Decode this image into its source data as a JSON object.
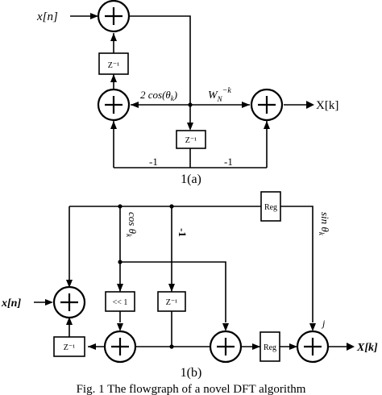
{
  "panel_a": {
    "input_label": "x[n]",
    "z_inv_left": "Z⁻¹",
    "z_inv_center": "Z⁻¹",
    "coef_text": "2 cos(θ",
    "coef_sub": "k",
    "coef_close": ")",
    "twiddle_w": "W",
    "twiddle_sub": "N",
    "twiddle_sup": "−k",
    "output_label": "X[k]",
    "minus_one_left": "-1",
    "minus_one_right": "-1",
    "caption": "1(a)"
  },
  "panel_b": {
    "input_label": "x[n]",
    "z_inv_left": "Z⁻¹",
    "shift_label": "<< 1",
    "z_inv_mid": "Z⁻¹",
    "reg_top": "Reg",
    "reg_mid": "Reg",
    "cos_label": "cos θ",
    "cos_sub": "k",
    "minus_one": "-1",
    "sin_label": "sin θ",
    "sin_sub": "k",
    "j_label": "j",
    "output_label": "X[k]",
    "caption": "1(b)"
  },
  "figure_caption": "Fig. 1 The flowgraph of a novel DFT algorithm"
}
